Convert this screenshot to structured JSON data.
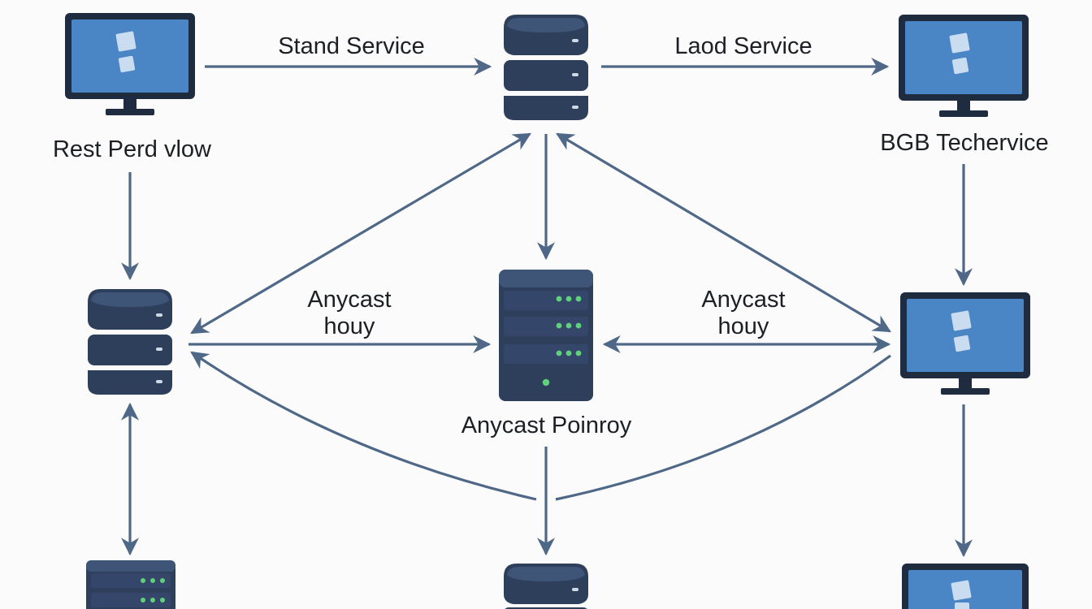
{
  "nodes": {
    "top_left_monitor": {
      "label": "Rest Perd vlow",
      "icon": "monitor-icon"
    },
    "top_center_server": {
      "icon": "server-stack-icon"
    },
    "top_right_monitor": {
      "label": "BGB Techervice",
      "icon": "monitor-icon"
    },
    "mid_left_server": {
      "icon": "server-stack-icon"
    },
    "mid_center_server": {
      "label": "Anycast Poinroy",
      "icon": "server-rack-icon"
    },
    "mid_right_monitor": {
      "icon": "monitor-icon"
    },
    "bottom_left_server": {
      "icon": "server-rack-icon"
    },
    "bottom_center_server": {
      "icon": "server-stack-icon"
    },
    "bottom_right_monitor": {
      "icon": "monitor-icon"
    }
  },
  "edges": {
    "stand_service": "Stand Service",
    "laod_service": "Laod Service",
    "anycast_left_line1": "Anycast",
    "anycast_left_line2": "houy",
    "anycast_right_line1": "Anycast",
    "anycast_right_line2": "houy"
  },
  "colors": {
    "arrow": "#4f6887",
    "server_dark": "#2e3f5c",
    "server_light": "#3e5578",
    "monitor_frame": "#1f2c40",
    "monitor_screen": "#4a86c5",
    "led_green": "#5ed17a",
    "text": "#1c1f24"
  }
}
